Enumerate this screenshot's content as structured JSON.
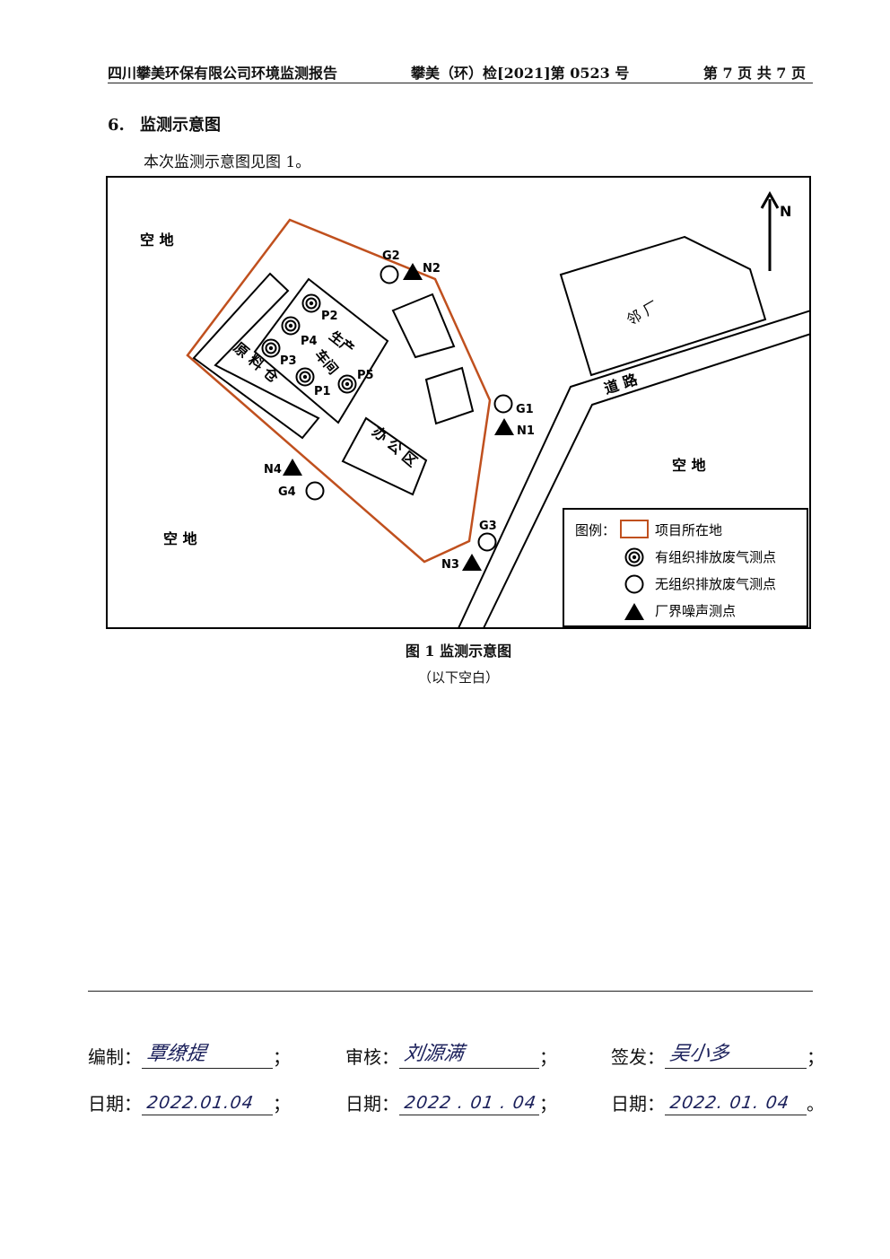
{
  "header": {
    "left": "四川攀美环保有限公司环境监测报告",
    "middle": "攀美（环）检[2021]第 0523 号",
    "right": "第 7 页 共 7 页"
  },
  "section": {
    "number": "6.",
    "title": "监测示意图"
  },
  "intro": "本次监测示意图见图 1。",
  "map": {
    "empty_land": "空 地",
    "north": "N",
    "building_labels": {
      "workshop_line1": "生产",
      "workshop_line2": "车间",
      "warehouse": "原 料 仓",
      "office": "办 公 区",
      "neighbor_factory": "邻 厂",
      "road": "道 路"
    },
    "point_labels": {
      "P1": "P1",
      "P2": "P2",
      "P3": "P3",
      "P4": "P4",
      "P5": "P5",
      "G1": "G1",
      "G2": "G2",
      "G3": "G3",
      "G4": "G4",
      "N1": "N1",
      "N2": "N2",
      "N3": "N3",
      "N4": "N4"
    },
    "legend": {
      "title": "图例：",
      "site": "项目所在地",
      "organized": "有组织排放废气测点",
      "unorganized": "无组织排放废气测点",
      "noise": "厂界噪声测点"
    },
    "colors": {
      "site_boundary": "#c0501e",
      "ink": "#000000"
    }
  },
  "figure_caption": "图 1  监测示意图",
  "blank_note": "（以下空白）",
  "signatures": {
    "compiled_label": "编制：",
    "compiled_by": "覃缭提",
    "reviewed_label": "审核：",
    "reviewed_by": "刘源满",
    "issued_label": "签发：",
    "issued_by": "吴小多",
    "date_label": "日期：",
    "compiled_date": "2022.01.04",
    "reviewed_date": "2022 . 01 . 04",
    "issued_date": "2022. 01. 04",
    "sep": "；",
    "end": "。"
  }
}
